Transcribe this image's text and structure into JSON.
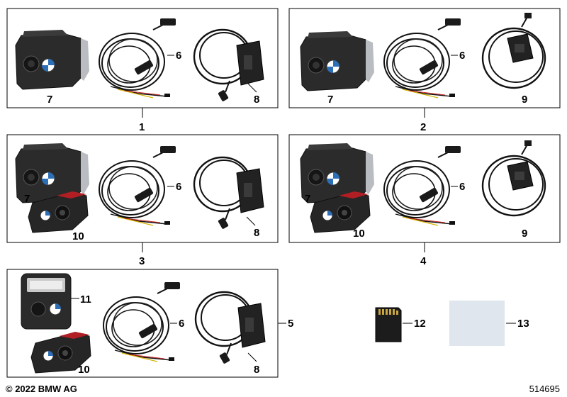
{
  "labels": {
    "kit1": "1",
    "kit2": "2",
    "kit3": "3",
    "kit4": "4",
    "kit5": "5",
    "cable_main": "6",
    "front_camera": "7",
    "power_module_a": "8",
    "power_module_b": "9",
    "rear_camera": "10",
    "camera_mount": "11",
    "sd_card": "12",
    "sticker": "13"
  },
  "footer": {
    "copyright": "© 2022 BMW AG",
    "doc_number": "514695"
  },
  "colors": {
    "outline": "#000000",
    "camera_body": "#2b2b2b",
    "silver": "#b9bcc0",
    "sticker": "#dfe6ee",
    "sd_gold": "#c9a640"
  }
}
